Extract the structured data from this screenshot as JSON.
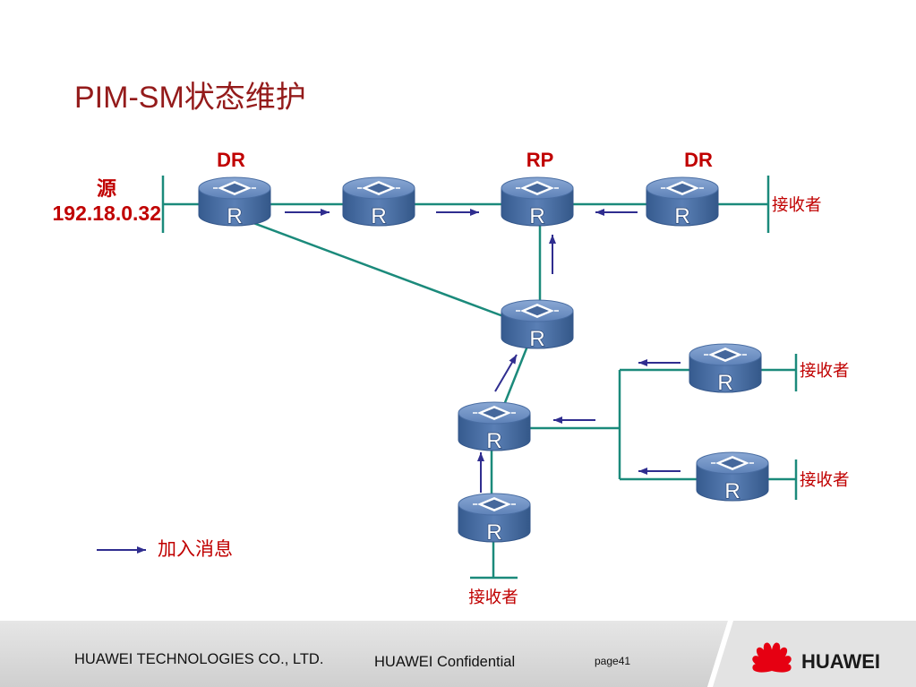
{
  "slide": {
    "title": "PIM-SM状态维护"
  },
  "diagram": {
    "roles": {
      "source_dr": "DR",
      "rp": "RP",
      "receiver_dr": "DR"
    },
    "source": {
      "label": "源",
      "address": "192.18.0.32"
    },
    "routers": [
      "R",
      "R",
      "R",
      "R",
      "R",
      "R",
      "R",
      "R",
      "R"
    ],
    "receivers": [
      "接收者",
      "接收者",
      "接收者",
      "接收者"
    ],
    "legend": {
      "label": "加入消息"
    },
    "icons": {
      "router": "router-icon",
      "arrow": "join-message-arrow"
    }
  },
  "footer": {
    "company": "HUAWEI TECHNOLOGIES CO., LTD.",
    "confidential": "HUAWEI Confidential",
    "page": "page41",
    "brand": "HUAWEI",
    "logo_icon": "huawei-logo-icon"
  },
  "colors": {
    "title": "#941b1b",
    "label": "#c00000",
    "link": "#1b8a7b",
    "join_arrow": "#2f2d8f",
    "router_blue": "#4f74aa",
    "logo": "#e60012"
  }
}
